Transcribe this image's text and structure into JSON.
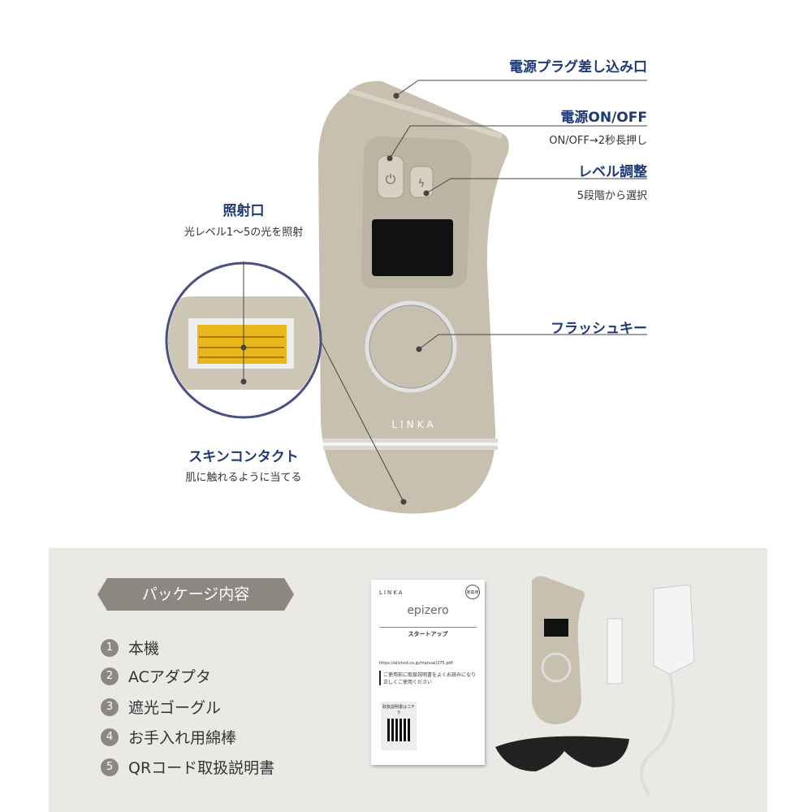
{
  "callouts": {
    "plug": {
      "title": "電源プラグ差し込み口"
    },
    "power": {
      "title": "電源ON/OFF",
      "desc": "ON/OFF→2秒長押し"
    },
    "level": {
      "title": "レベル調整",
      "desc": "5段階から選択"
    },
    "flash": {
      "title": "フラッシュキー"
    },
    "window": {
      "title": "照射口",
      "desc": "光レベル1〜5の光を照射"
    },
    "skin": {
      "title": "スキンコンタクト",
      "desc": "肌に触れるように当てる"
    }
  },
  "device": {
    "brand": "LINKA"
  },
  "package": {
    "title": "パッケージ内容",
    "items": [
      {
        "num": "1",
        "label": "本機"
      },
      {
        "num": "2",
        "label": "ACアダプタ"
      },
      {
        "num": "3",
        "label": "遮光ゴーグル"
      },
      {
        "num": "4",
        "label": "お手入れ用綿棒"
      },
      {
        "num": "5",
        "label": "QRコード取扱説明書"
      }
    ]
  },
  "manual": {
    "brand": "LINKA",
    "badge": "家庭用",
    "product": "epizero",
    "heading": "スタートアップ",
    "url": "https://alivivid.co.jp/manual/275.pdf",
    "notice": "ご使用前に取扱説明書をよくお読みになり正しくご使用ください",
    "qr_label": "取扱説明書はコチラ"
  },
  "colors": {
    "navy": "#1f3a72",
    "body": "#c7c0af"
  }
}
